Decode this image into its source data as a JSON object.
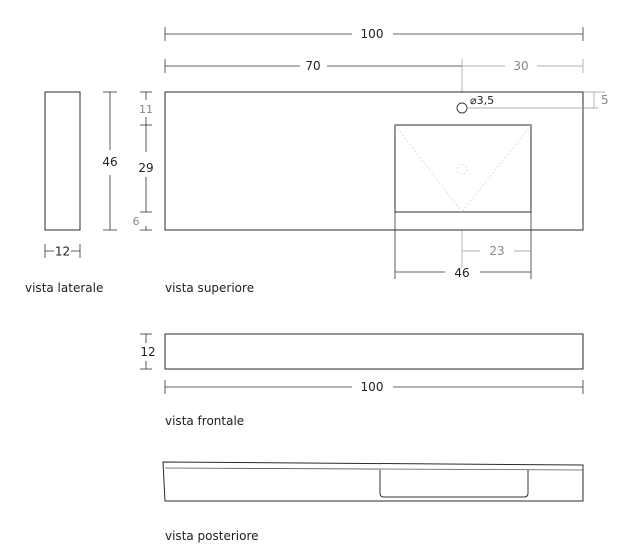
{
  "views": {
    "lateral": "vista laterale",
    "top": "vista superiore",
    "front": "vista frontale",
    "rear": "vista posteriore"
  },
  "dimensions": {
    "top_total_width": "100",
    "top_left_width": "70",
    "top_right_width": "30",
    "depth": "46",
    "hole_offset_top": "11",
    "basin_depth": "29",
    "basin_offset_front": "6",
    "side_thickness": "12",
    "hole_offset_back": "5",
    "hole_diameter": "⌀3,5",
    "basin_width": "46",
    "basin_half_width": "23",
    "front_height": "12",
    "front_width": "100"
  }
}
